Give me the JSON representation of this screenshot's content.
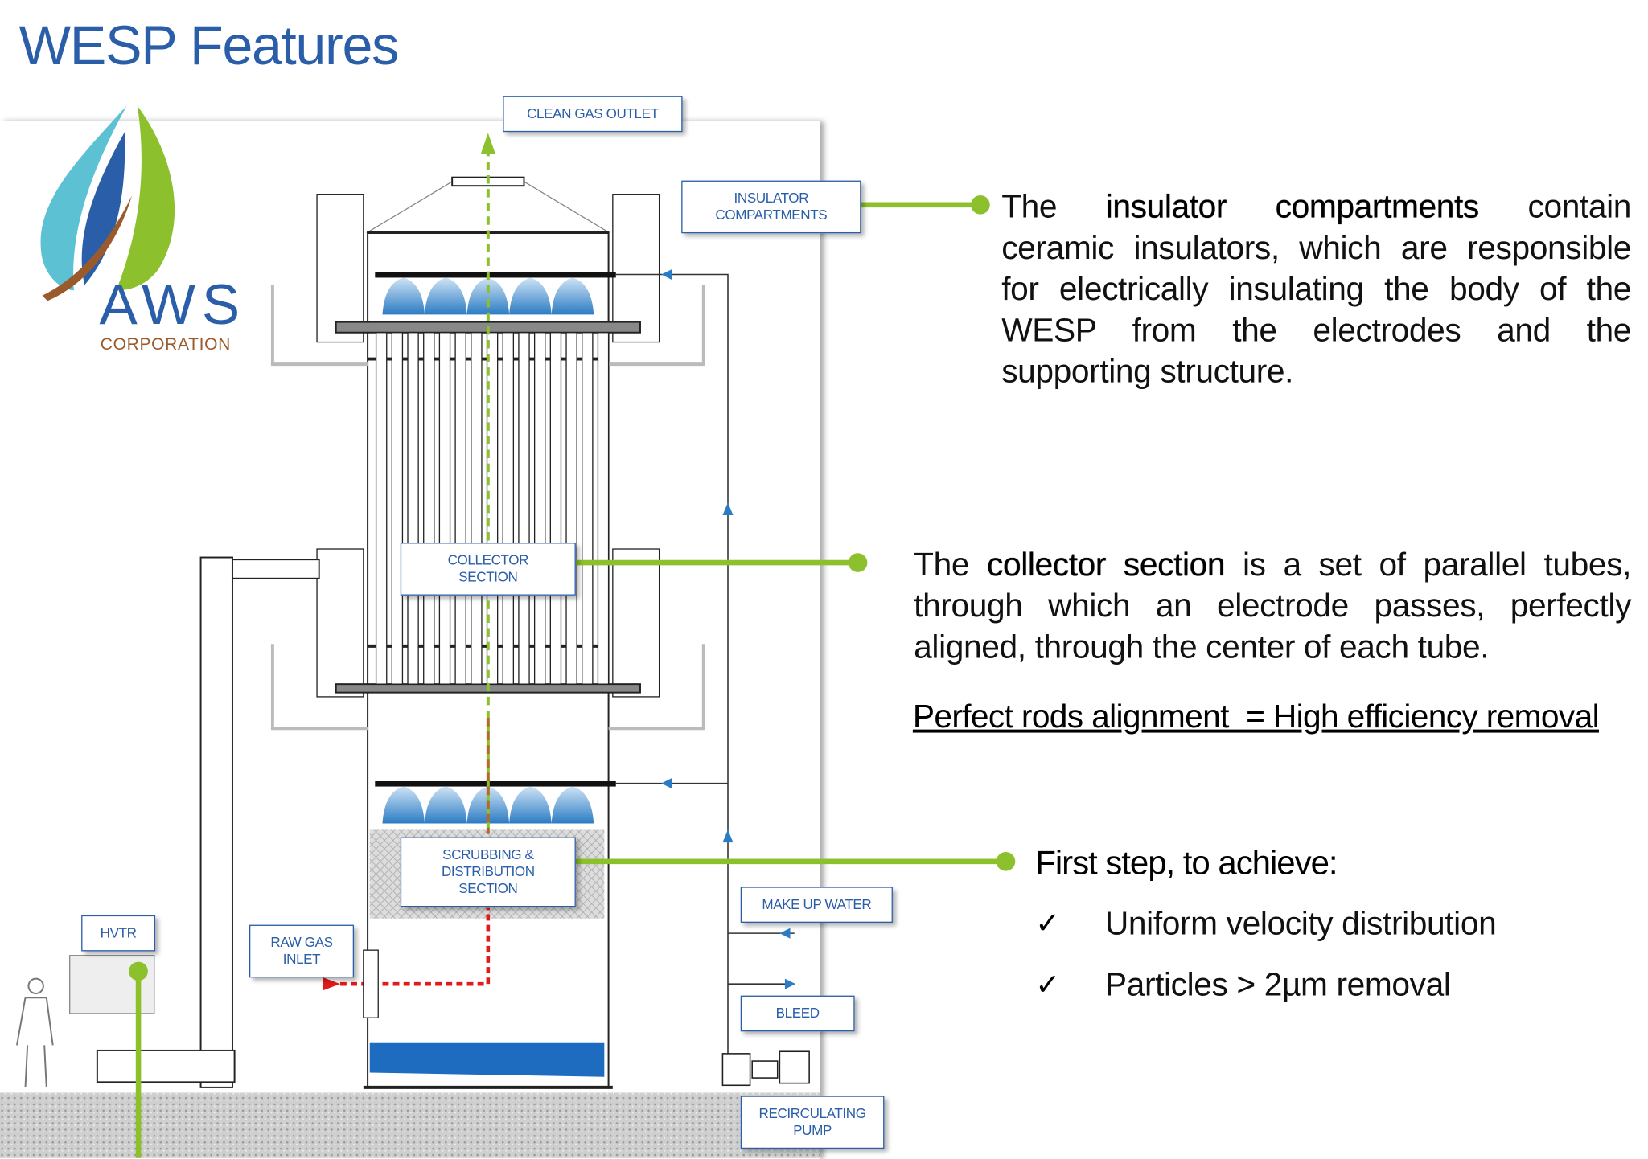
{
  "title": "WESP Features",
  "logo": {
    "name": "AWS",
    "subtitle": "CORPORATION"
  },
  "diagram_labels": {
    "clean_gas_outlet": "CLEAN GAS OUTLET",
    "insulator_1": "INSULATOR",
    "insulator_2": "COMPARTMENTS",
    "collector_1": "COLLECTOR",
    "collector_2": "SECTION",
    "scrubbing_1": "SCRUBBING &",
    "scrubbing_2": "DISTRIBUTION",
    "scrubbing_3": "SECTION",
    "raw_gas_1": "RAW GAS",
    "raw_gas_2": "INLET",
    "hvtr": "HVTR",
    "make_up_water": "MAKE UP WATER",
    "bleed": "BLEED",
    "pump_1": "RECIRCULATING",
    "pump_2": "PUMP"
  },
  "insulator_text": {
    "pre": "The ",
    "bold": "insulator compartments",
    "post": " contain ceramic insulators, which are responsible for electrically insulating the body of the WESP from the electrodes and the supporting structure."
  },
  "collector_text": {
    "pre": "The ",
    "bold": "collector section",
    "post": " is a set of parallel tubes, through which an electrode passes, perfectly aligned, through the center of each tube."
  },
  "equation": "Perfect rods alignment  = High efficiency removal",
  "scrubbing": {
    "heading": "First step, to achieve:",
    "items": [
      {
        "check": "✓",
        "text": "Uniform velocity distribution"
      },
      {
        "check": "✓",
        "text": "Particles > 2µm removal"
      }
    ]
  },
  "colors": {
    "title": "#2b5ea8",
    "callout_line": "#8cc12d",
    "label_border": "#2b5ea8",
    "water_arrow": "#2b7cc4",
    "raw_gas": "#e01b1b"
  }
}
